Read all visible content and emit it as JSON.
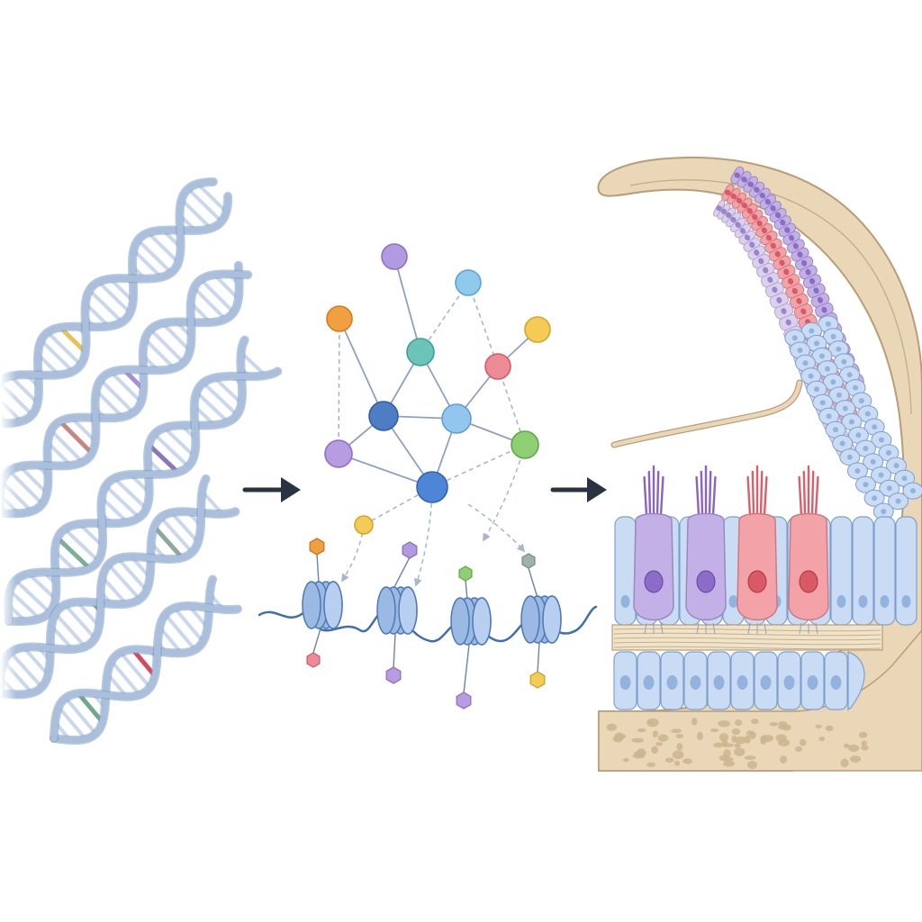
{
  "colors": {
    "background": "#ffffff",
    "dna_strand": "#a9bfdc",
    "dna_strand_edge": "#7f9cc4",
    "dna_rung": "#c9d8ec",
    "arrow": "#2b3340",
    "edge": "#8ea1c2",
    "edge_dashed": "#a9b5cc",
    "chromatin_fiber": "#3f6fae",
    "nucleosome": "#9ab9e3",
    "nucleosome_edge": "#4f78b4",
    "bone": "#e9d7b7",
    "bone_edge": "#b99d76",
    "bone_pore": "#cbb58f",
    "cell_blue": "#c9dcf3",
    "cell_blue_edge": "#7f9fcf",
    "nucleus_blue": "#93b2de",
    "cell_purple": "#c3b0e6",
    "nucleus_purple": "#8c6cc6",
    "cell_red": "#f3a3a8",
    "nucleus_red": "#d75a66",
    "stereocilia_purple": "#8a63c4",
    "stereocilia_red": "#d9606a"
  },
  "dna_highlight_colors": [
    "#e6c35a",
    "#5c86c4",
    "#b88b7e",
    "#a98fd1",
    "#c4887f",
    "#7cae9a",
    "#8a77b8",
    "#6fa98a",
    "#d9475a",
    "#8ca9a0"
  ],
  "network_nodes": [
    {
      "id": "n-purple-top",
      "color": "#b29ae0",
      "edge": "#8d70c8"
    },
    {
      "id": "n-orange",
      "color": "#f0a040",
      "edge": "#cf7f22"
    },
    {
      "id": "n-teal",
      "color": "#6cc3b8",
      "edge": "#3f9f93"
    },
    {
      "id": "n-lightblue-top",
      "color": "#8fcaec",
      "edge": "#5aa5d4"
    },
    {
      "id": "n-yellow",
      "color": "#f4cc55",
      "edge": "#d2a52e"
    },
    {
      "id": "n-pink",
      "color": "#ee8a95",
      "edge": "#cf5d6b"
    },
    {
      "id": "n-blue-hub",
      "color": "#4f7dc4",
      "edge": "#2f5ea6"
    },
    {
      "id": "n-lightblue-mid",
      "color": "#93c6ef",
      "edge": "#5e9fd4"
    },
    {
      "id": "n-purple-left",
      "color": "#b79ce2",
      "edge": "#8d70c8"
    },
    {
      "id": "n-green",
      "color": "#8fcf73",
      "edge": "#5fa846"
    },
    {
      "id": "n-blue-center",
      "color": "#4f85d6",
      "edge": "#2f63b4"
    },
    {
      "id": "n-yellow-small",
      "color": "#f4cc55",
      "edge": "#d2a52e"
    }
  ],
  "markers": [
    {
      "id": "m-orange-top",
      "color": "#f0a040"
    },
    {
      "id": "m-purple-top",
      "color": "#b29ae0"
    },
    {
      "id": "m-green-top",
      "color": "#8fcf73"
    },
    {
      "id": "m-gray-top",
      "color": "#9fb3a8"
    },
    {
      "id": "m-pink-bottom",
      "color": "#ee8a95"
    },
    {
      "id": "m-purple-bottom-1",
      "color": "#b79ce2"
    },
    {
      "id": "m-purple-bottom-2",
      "color": "#b79ce2"
    },
    {
      "id": "m-yellow-bottom",
      "color": "#f4cc55"
    }
  ],
  "hair_cells": [
    {
      "id": "hair-cell-1",
      "type": "purple"
    },
    {
      "id": "hair-cell-2",
      "type": "purple"
    },
    {
      "id": "hair-cell-3",
      "type": "red"
    },
    {
      "id": "hair-cell-4",
      "type": "red"
    }
  ]
}
